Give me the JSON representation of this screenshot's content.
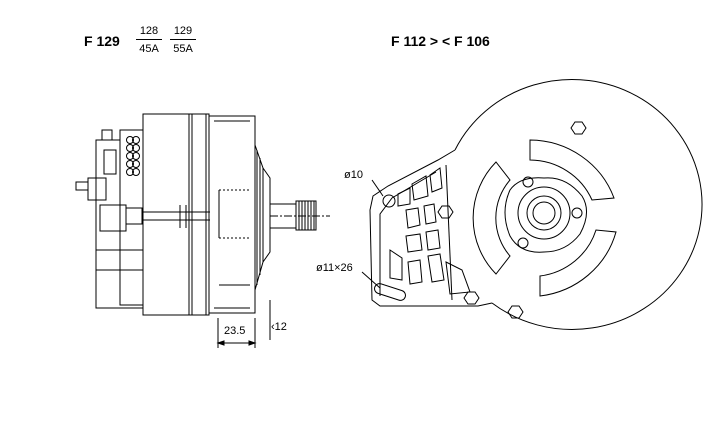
{
  "header": {
    "left_code": "F 129",
    "fractions": [
      {
        "top": "128",
        "bottom": "45A"
      },
      {
        "top": "129",
        "bottom": "55A"
      }
    ],
    "right_codes": "F 112 > < F 106"
  },
  "side_view": {
    "dim_width": "23.5",
    "dim_offset": "12"
  },
  "front_view": {
    "hole_label": "ø10",
    "slot_label": "ø11×26"
  }
}
